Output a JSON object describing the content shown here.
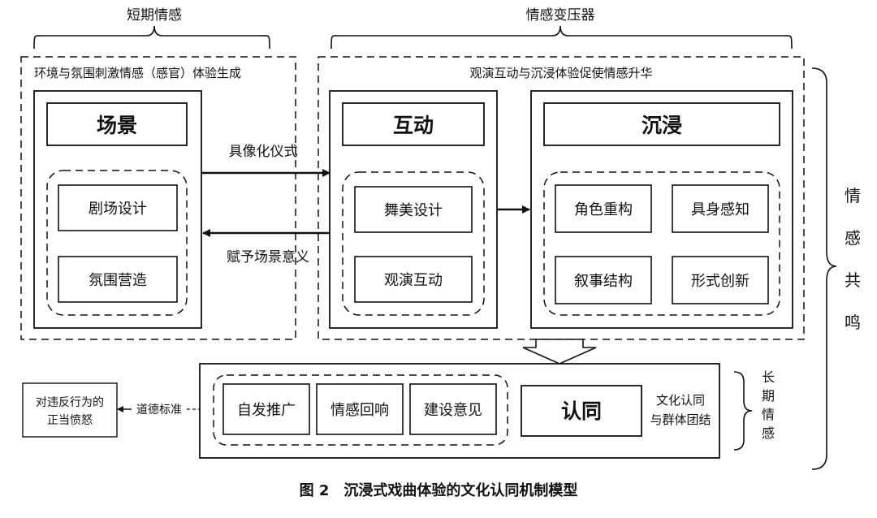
{
  "header": {
    "short_term": "短期情感",
    "transformer": "情感变压器"
  },
  "left_panel": {
    "caption": "环境与氛围刺激情感（感官）体验生成",
    "scene_title": "场景",
    "items": [
      "剧场设计",
      "氛围营造"
    ]
  },
  "right_panel": {
    "caption": "观演互动与沉浸体验促使情感升华",
    "interaction_title": "互动",
    "interaction_items": [
      "舞美设计",
      "观演互动"
    ],
    "immersion_title": "沉浸",
    "immersion_items": [
      "角色重构",
      "具身感知",
      "叙事结构",
      "形式创新"
    ]
  },
  "links": {
    "forward": "具像化仪式",
    "backward": "赋予场景意义"
  },
  "bottom_panel": {
    "items": [
      "自发推广",
      "情感回响",
      "建设意见"
    ],
    "identity_title": "认同",
    "identity_note_line1": "文化认同",
    "identity_note_line2": "与群体团结",
    "moral_label": "道德标准",
    "outcome_line1": "对违反行为的",
    "outcome_line2": "正当愤怒"
  },
  "side_labels": {
    "resonance": [
      "情",
      "感",
      "共",
      "鸣"
    ],
    "long_term": [
      "长",
      "期",
      "情",
      "感"
    ]
  },
  "caption": "图 2　沉浸式戏曲体验的文化认同机制模型"
}
